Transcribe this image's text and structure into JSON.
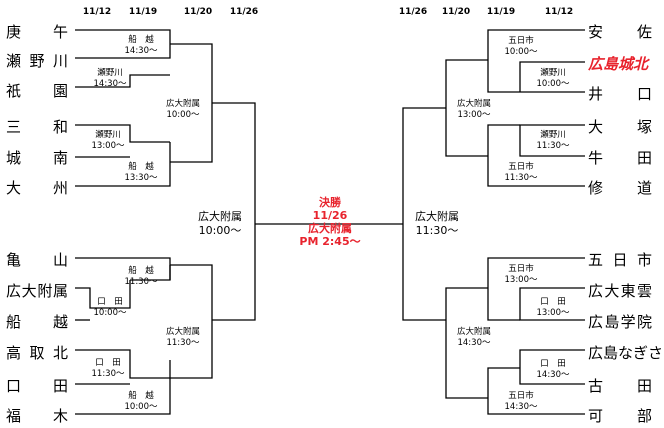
{
  "dates_left": [
    "11/12",
    "11/19",
    "11/20",
    "11/26"
  ],
  "dates_right": [
    "11/26",
    "11/20",
    "11/19",
    "11/12"
  ],
  "left_teams": [
    "庚　午",
    "瀬野川",
    "祇　園",
    "三　和",
    "城　南",
    "大　州",
    "亀　山",
    "広大附属",
    "船　越",
    "高取北",
    "口　田",
    "福　木"
  ],
  "right_teams": [
    "安　佐",
    "広島城北",
    "井　口",
    "大　塚",
    "牛　田",
    "修　道",
    "五日市",
    "広大東雲",
    "広島学院",
    "広島なぎさ",
    "古　田",
    "可　部"
  ],
  "highlight_team": "広島城北",
  "left_matches": {
    "m1": {
      "team": "船　越",
      "time": "14:30〜"
    },
    "m2": {
      "team": "瀬野川",
      "time": "14:30〜"
    },
    "m3": {
      "team": "瀬野川",
      "time": "13:00〜"
    },
    "m4": {
      "team": "船　越",
      "time": "13:30〜"
    },
    "m5": {
      "team": "広大附属",
      "time": "10:00〜"
    },
    "m6": {
      "team": "船　越",
      "time": "11:30〜"
    },
    "m7": {
      "team": "口　田",
      "time": "10:00〜"
    },
    "m8": {
      "team": "口　田",
      "time": "11:30〜"
    },
    "m9": {
      "team": "船　越",
      "time": "10:00〜"
    },
    "m10": {
      "team": "広大附属",
      "time": "11:30〜"
    },
    "semi": {
      "team": "広大附属",
      "time": "10:00〜"
    }
  },
  "right_matches": {
    "m1": {
      "team": "五日市",
      "time": "10:00〜"
    },
    "m2": {
      "team": "瀬野川",
      "time": "10:00〜"
    },
    "m3": {
      "team": "瀬野川",
      "time": "11:30〜"
    },
    "m4": {
      "team": "五日市",
      "time": "11:30〜"
    },
    "m5": {
      "team": "広大附属",
      "time": "13:00〜"
    },
    "m6": {
      "team": "五日市",
      "time": "13:00〜"
    },
    "m7": {
      "team": "口　田",
      "time": "13:00〜"
    },
    "m8": {
      "team": "口　田",
      "time": "14:30〜"
    },
    "m9": {
      "team": "五日市",
      "time": "14:30〜"
    },
    "m10": {
      "team": "広大附属",
      "time": "14:30〜"
    },
    "semi": {
      "team": "広大附属",
      "time": "11:30〜"
    }
  },
  "final": {
    "title": "決勝",
    "date": "11/26",
    "team": "広大附属",
    "time": "PM 2:45〜"
  },
  "colors": {
    "line": "#000000",
    "accent": "#e8232d"
  }
}
